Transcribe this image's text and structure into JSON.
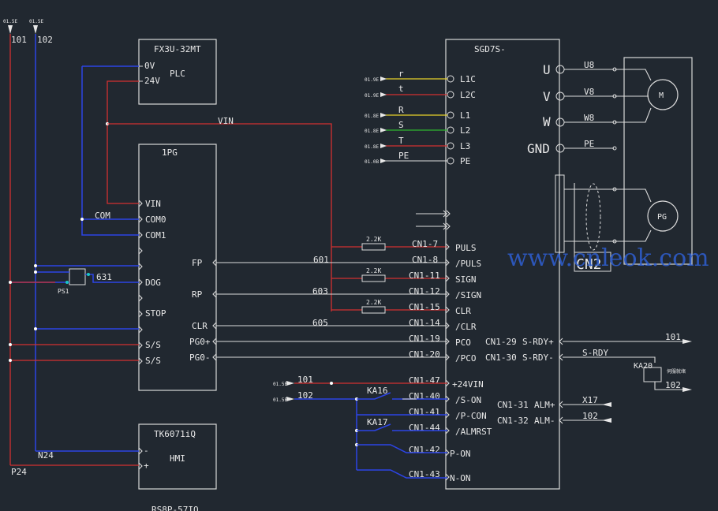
{
  "header": {
    "left_rail_tag": "01.5E",
    "right_rail_tag": "01.5E",
    "left_rail_num": "101",
    "right_rail_num": "102"
  },
  "plc": {
    "model": "FX3U-32MT",
    "name": "PLC",
    "pin_0v": "0V",
    "pin_24v": "24V"
  },
  "vin_net": "VIN",
  "pg1": {
    "title": "1PG",
    "left_pins": [
      "VIN",
      "COM0",
      "COM1",
      "DOG",
      "STOP",
      "S/S",
      "S/S"
    ],
    "right_pins": [
      "FP",
      "RP",
      "CLR",
      "PG0+",
      "PG0-"
    ],
    "com_label": "COM",
    "dog_net": "631",
    "sensor_label": "PS1",
    "fp_net": "601",
    "rp_net": "603",
    "clr_net": "605"
  },
  "hmi": {
    "model": "TK6071iQ",
    "name": "HMI",
    "pin_minus": "-",
    "pin_plus": "+",
    "n24": "N24",
    "p24": "P24",
    "bottom_label": "RS8P-57IQ"
  },
  "resistors": [
    "2.2K",
    "2.2K",
    "2.2K"
  ],
  "servo": {
    "model": "SGD7S-",
    "power_pins": [
      "L1C",
      "L2C",
      "L1",
      "L2",
      "L3",
      "PE"
    ],
    "power_nets": [
      "r",
      "t",
      "R",
      "S",
      "T",
      "PE"
    ],
    "power_tags": [
      "01.9E",
      "01.9E",
      "01.8E",
      "01.8E",
      "01.8E",
      "01.0B"
    ],
    "cn1_pins": [
      {
        "no": "CN1-7",
        "name": "PULS"
      },
      {
        "no": "CN1-8",
        "name": "/PULS"
      },
      {
        "no": "CN1-11",
        "name": "SIGN"
      },
      {
        "no": "CN1-12",
        "name": "/SIGN"
      },
      {
        "no": "CN1-15",
        "name": "CLR"
      },
      {
        "no": "CN1-14",
        "name": "/CLR"
      },
      {
        "no": "CN1-19",
        "name": "PCO"
      },
      {
        "no": "CN1-20",
        "name": "/PCO"
      },
      {
        "no": "CN1-47",
        "name": "+24VIN"
      },
      {
        "no": "CN1-40",
        "name": "/S-ON"
      },
      {
        "no": "CN1-41",
        "name": "/P-CON"
      },
      {
        "no": "CN1-44",
        "name": "/ALMRST"
      },
      {
        "no": "CN1-42",
        "name": "P-ON"
      },
      {
        "no": "CN1-43",
        "name": "N-ON"
      }
    ],
    "out_pins": [
      {
        "no": "CN1-29",
        "name": "S-RDY+"
      },
      {
        "no": "CN1-30",
        "name": "S-RDY-"
      },
      {
        "no": "CN1-31",
        "name": "ALM+"
      },
      {
        "no": "CN1-32",
        "name": "ALM-"
      }
    ],
    "motor_terms": [
      "U",
      "V",
      "W",
      "GND"
    ],
    "motor_nets": [
      "U8",
      "V8",
      "W8",
      "PE"
    ],
    "motor_symbol": "M",
    "encoder_symbol": "PG",
    "cn2": "CN2"
  },
  "right_side": {
    "net_101": "101",
    "s_rdy_net": "S-RDY",
    "relay": "KA20",
    "relay_note": "伺服就绪",
    "net_102": "102",
    "alm_net1": "X17",
    "alm_net2": "102"
  },
  "io": {
    "tag1": "01.5E",
    "net1": "101",
    "tag2": "01.5E",
    "net2": "102",
    "ka16": "KA16",
    "ka17": "KA17"
  },
  "watermark": "www.cnleok.com"
}
